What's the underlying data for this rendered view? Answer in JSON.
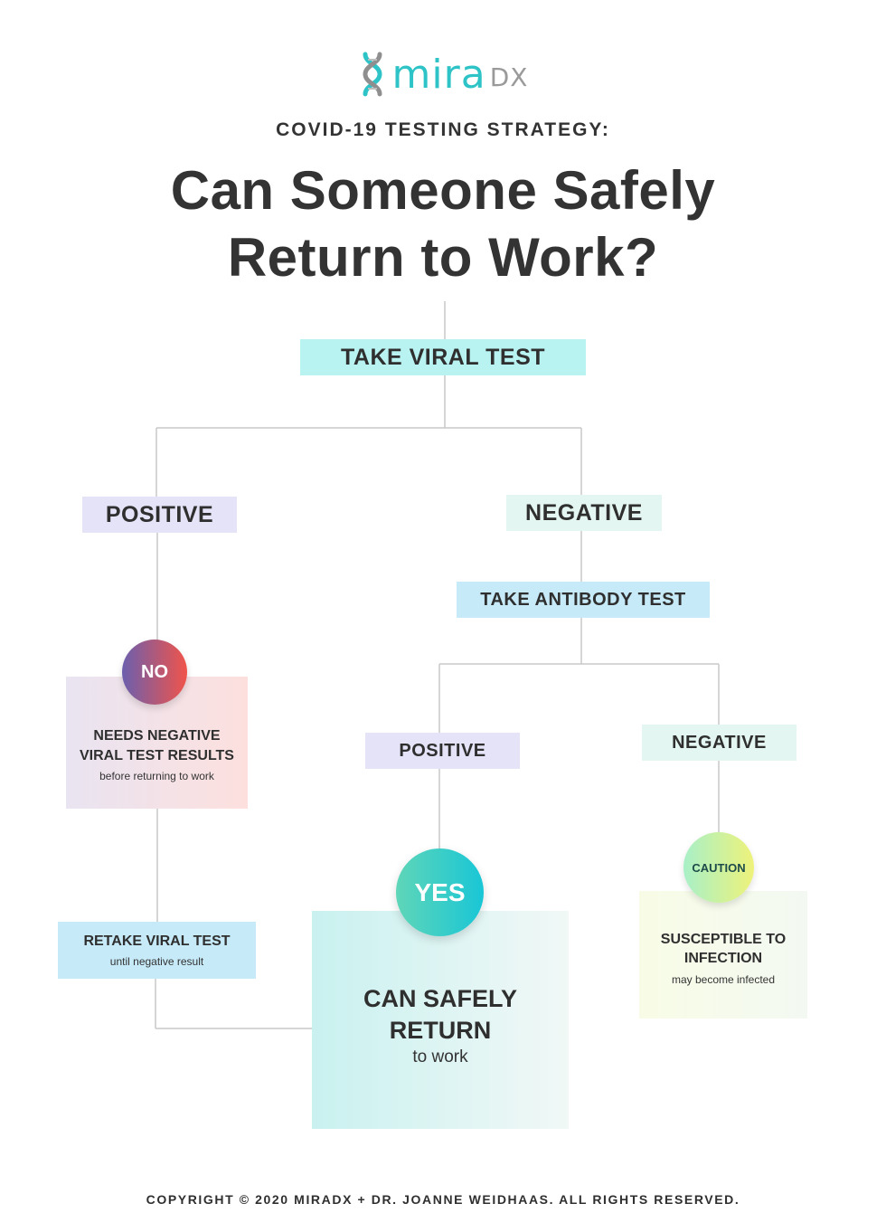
{
  "logo": {
    "word": "mira",
    "suffix": "DX",
    "icon": "dna-helix-icon"
  },
  "header": {
    "subtitle": "COVID-19 TESTING STRATEGY:",
    "title_line1": "Can Someone Safely",
    "title_line2": "Return to Work?"
  },
  "nodes": {
    "take_viral_test": "TAKE VIRAL TEST",
    "viral_positive": "POSITIVE",
    "viral_negative": "NEGATIVE",
    "take_antibody_test": "TAKE ANTIBODY TEST",
    "antibody_positive": "POSITIVE",
    "antibody_negative": "NEGATIVE",
    "no_badge": "NO",
    "needs_negative_line1": "NEEDS NEGATIVE",
    "needs_negative_line2": "VIRAL TEST RESULTS",
    "needs_negative_sub": "before returning to work",
    "retake_title": "RETAKE VIRAL TEST",
    "retake_sub": "until negative result",
    "yes_badge": "YES",
    "return_line1": "CAN SAFELY",
    "return_line2": "RETURN",
    "return_sub": "to work",
    "caution_badge": "CAUTION",
    "susceptible_line1": "SUSCEPTIBLE TO",
    "susceptible_line2": "INFECTION",
    "susceptible_sub": "may become infected"
  },
  "colors": {
    "teal": "#2ec4c7",
    "cyan_box": "#b8f3f2",
    "lavender_box": "#e4e3f7",
    "mint_box": "#e4f6f2",
    "blue_box": "#c6eaf8",
    "no_gradient": [
      "#6b5fae",
      "#f0544a"
    ],
    "yes_gradient": [
      "#5fd6b8",
      "#19c6d6"
    ],
    "caution_gradient": [
      "#a8f0c8",
      "#eef27a"
    ]
  },
  "footer": {
    "copyright": "COPYRIGHT © 2020 MIRADX + DR. JOANNE WEIDHAAS. ALL RIGHTS RESERVED."
  }
}
